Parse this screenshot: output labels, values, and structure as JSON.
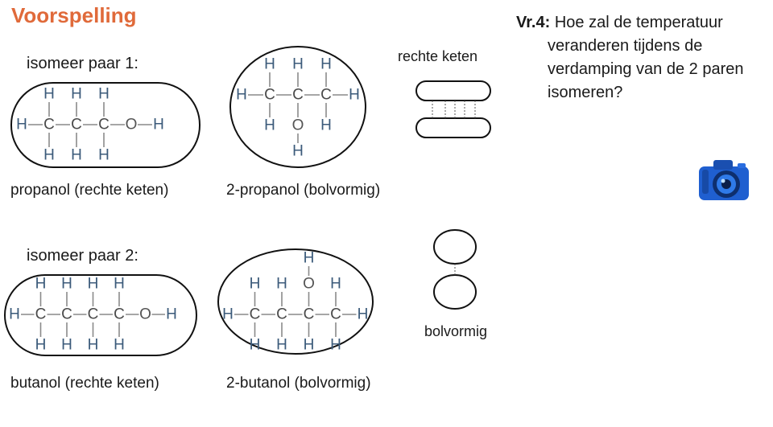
{
  "title": "Voorspelling",
  "pair1": {
    "label": "isomeer paar 1:",
    "straight_name": "propanol (rechte keten)",
    "branched_name": "2-propanol (bolvormig)"
  },
  "pair2": {
    "label": "isomeer paar 2:",
    "straight_name": "butanol (rechte keten)",
    "branched_name": "2-butanol (bolvormig)"
  },
  "models": {
    "straight_label": "rechte keten",
    "round_label": "bolvormig"
  },
  "question": {
    "prefix": "Vr.4:",
    "lines": [
      " Hoe zal de temperatuur",
      "veranderen tijdens de",
      "verdamping van de 2 paren",
      "isomeren?"
    ]
  },
  "atoms": {
    "carbon": "C",
    "hydrogen": "H",
    "oxygen": "O"
  },
  "icons": {
    "camera": "camera-icon"
  },
  "colors": {
    "title": "#e06a3a",
    "camera": "#1f5fd0"
  }
}
